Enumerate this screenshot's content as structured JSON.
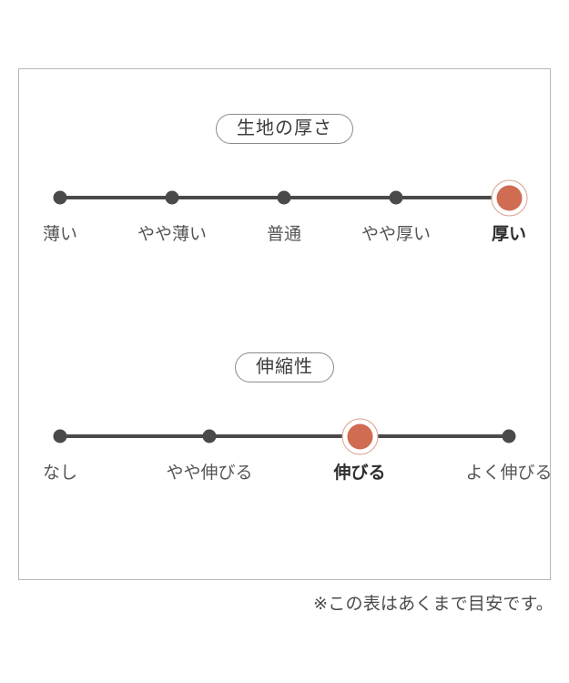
{
  "colors": {
    "frame_border": "#b7b7b7",
    "track": "#4a4a4a",
    "dot": "#4a4a4a",
    "active_dot": "#cf6c52",
    "active_ring": "#d8a191",
    "pill_border": "#8a8a8a",
    "label_text": "#555555",
    "background": "#ffffff"
  },
  "scales": [
    {
      "title": "生地の厚さ",
      "labels": [
        "薄い",
        "やや薄い",
        "普通",
        "やや厚い",
        "厚い"
      ],
      "selected_index": 4,
      "selected_label": "厚い"
    },
    {
      "title": "伸縮性",
      "labels": [
        "なし",
        "やや伸びる",
        "伸びる",
        "よく伸びる"
      ],
      "selected_index": 2,
      "selected_label": "伸びる"
    }
  ],
  "footnote": "※この表はあくまで目安です。",
  "chart_data": {
    "type": "table",
    "title": "",
    "series": [
      {
        "name": "生地の厚さ",
        "categories": [
          "薄い",
          "やや薄い",
          "普通",
          "やや厚い",
          "厚い"
        ],
        "values": [
          0,
          0,
          0,
          0,
          1
        ],
        "selected": "厚い",
        "selected_index": 4
      },
      {
        "name": "伸縮性",
        "categories": [
          "なし",
          "やや伸びる",
          "伸びる",
          "よく伸びる"
        ],
        "values": [
          0,
          0,
          1,
          0
        ],
        "selected": "伸びる",
        "selected_index": 2
      }
    ],
    "xlabel": "",
    "ylabel": "",
    "note": "※この表はあくまで目安です。"
  }
}
